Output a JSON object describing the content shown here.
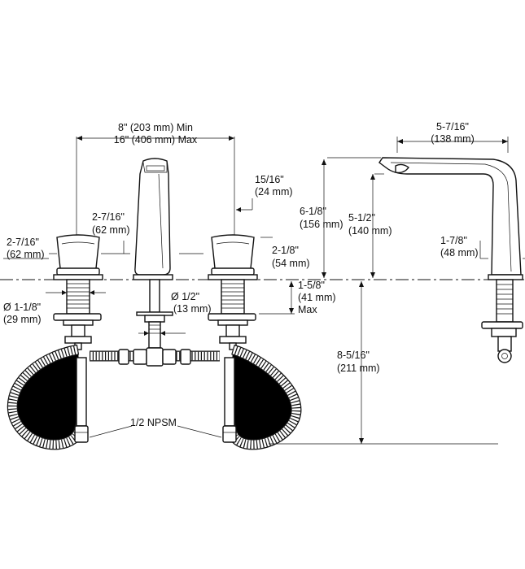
{
  "drawing": {
    "view": "faucet installation dimension drawing",
    "icons": [
      "left-handle-icon",
      "spout-icon",
      "right-handle-icon",
      "side-spout-icon",
      "supply-hose-icon",
      "tee-connector-icon"
    ]
  },
  "dimensions": {
    "spacing_min": "8\" (203 mm) Min",
    "spacing_max": "16\" (406 mm) Max",
    "spout_depth_in": "5-7/16\"",
    "spout_depth_mm": "(138 mm)",
    "spout_width_in": "15/16\"",
    "spout_width_mm": "(24 mm)",
    "handle_width_left_in": "2-7/16\"",
    "handle_width_left_mm": "(62 mm)",
    "handle_width_mid_in": "2-7/16\"",
    "handle_width_mid_mm": "(62 mm)",
    "handle_height_in": "2-1/8\"",
    "handle_height_mm": "(54 mm)",
    "total_height_in": "6-1/8\"",
    "total_height_mm": "(156 mm)",
    "spout_height_in": "5-1/2\"",
    "spout_height_mm": "(140 mm)",
    "spout_base_dia_in": "1-7/8\"",
    "spout_base_dia_mm": "(48 mm)",
    "shank_dia_in": "Ø 1-1/8\"",
    "shank_dia_mm": "(29 mm)",
    "spout_shank_dia_in": "Ø 1/2\"",
    "spout_shank_dia_mm": "(13 mm)",
    "deck_thickness_in": "1-5/8\"",
    "deck_thickness_mm": "(41 mm)",
    "deck_thickness_max": "Max",
    "below_deck_in": "8-5/16\"",
    "below_deck_mm": "(211 mm)",
    "connection": "1/2 NPSM"
  }
}
